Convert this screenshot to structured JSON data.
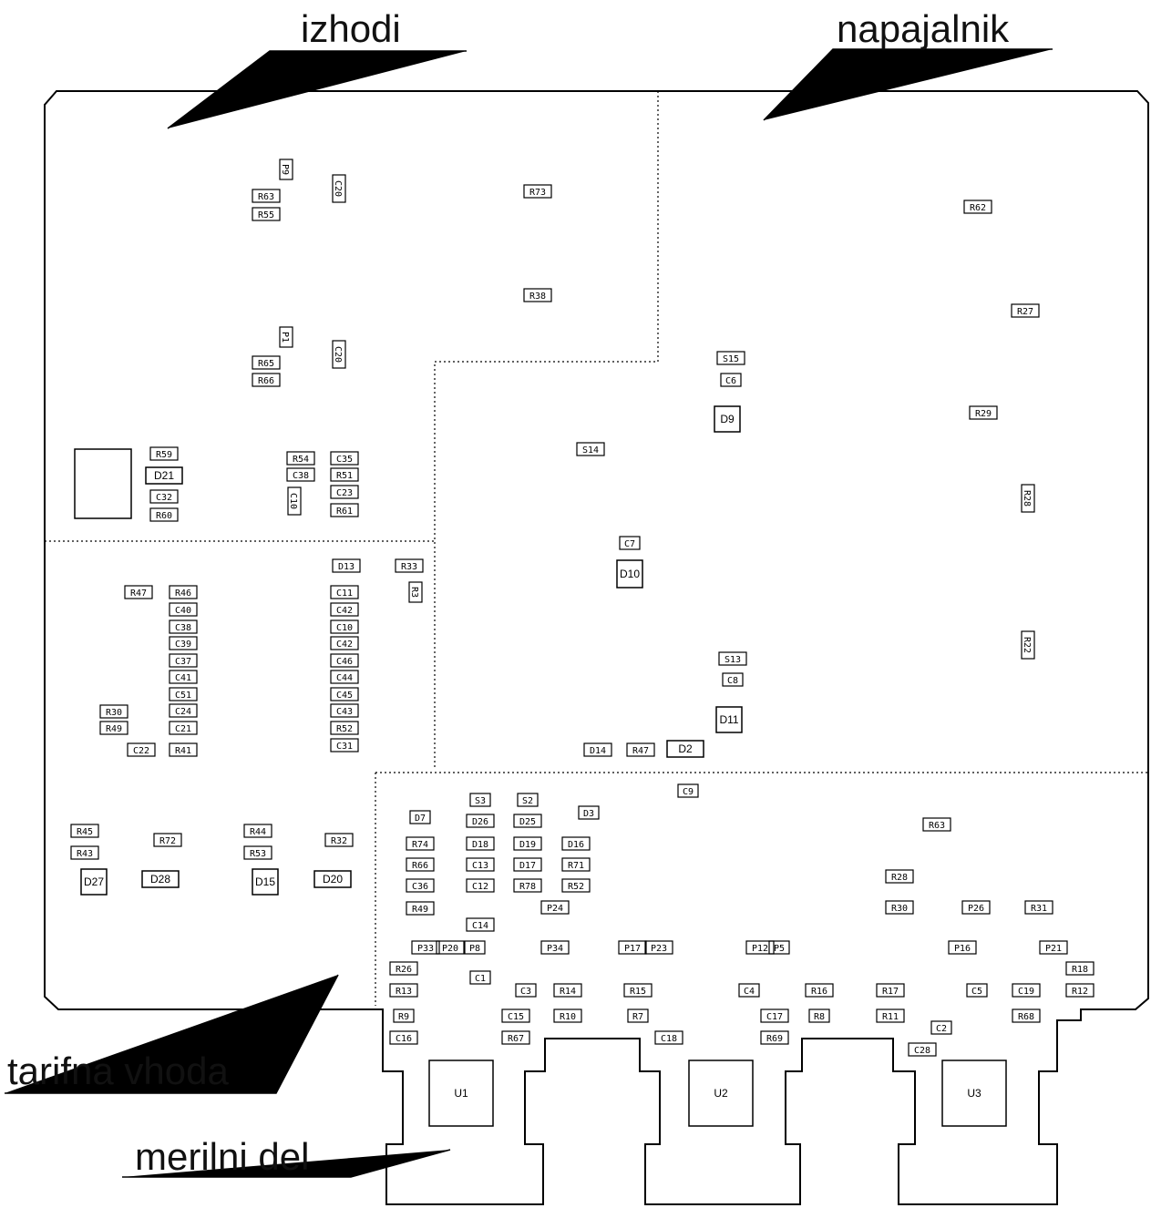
{
  "labels": {
    "outputs": "izhodi",
    "power": "napajalnik",
    "tariff": "tarifna vhoda",
    "measuring": "merilni del"
  },
  "large_parts": [
    "U1",
    "U2",
    "U3",
    "D9",
    "D10",
    "D11",
    "D15",
    "D27",
    "D21",
    "D28",
    "D20",
    "D2"
  ],
  "components": [
    [
      "R63",
      292,
      215
    ],
    [
      "R55",
      292,
      235
    ],
    [
      "R65",
      292,
      398
    ],
    [
      "R66",
      292,
      417
    ],
    [
      "R73",
      590,
      210
    ],
    [
      "R38",
      590,
      324
    ],
    [
      "R62",
      1073,
      227
    ],
    [
      "R27",
      1125,
      341
    ],
    [
      "S15",
      802,
      393
    ],
    [
      "C6",
      802,
      417
    ],
    [
      "R29",
      1079,
      453
    ],
    [
      "S14",
      648,
      493
    ],
    [
      "R59",
      180,
      498
    ],
    [
      "C32",
      180,
      545
    ],
    [
      "R60",
      180,
      565
    ],
    [
      "R54",
      330,
      503
    ],
    [
      "C38",
      330,
      521
    ],
    [
      "C35",
      378,
      503
    ],
    [
      "R51",
      378,
      521
    ],
    [
      "C23",
      378,
      540
    ],
    [
      "R61",
      378,
      560
    ],
    [
      "C7",
      691,
      596
    ],
    [
      "D13",
      380,
      621
    ],
    [
      "R33",
      449,
      621
    ],
    [
      "R47",
      152,
      650
    ],
    [
      "R46",
      201,
      650
    ],
    [
      "C40",
      201,
      669
    ],
    [
      "C38",
      201,
      688
    ],
    [
      "C39",
      201,
      706
    ],
    [
      "C37",
      201,
      725
    ],
    [
      "C41",
      201,
      743
    ],
    [
      "C51",
      201,
      762
    ],
    [
      "C24",
      201,
      780
    ],
    [
      "C21",
      201,
      799
    ],
    [
      "R30",
      125,
      781
    ],
    [
      "R49",
      125,
      799
    ],
    [
      "C22",
      155,
      823
    ],
    [
      "R41",
      201,
      823
    ],
    [
      "C11",
      378,
      650
    ],
    [
      "C42",
      378,
      669
    ],
    [
      "C10",
      378,
      688
    ],
    [
      "C42",
      378,
      706
    ],
    [
      "C46",
      378,
      725
    ],
    [
      "C44",
      378,
      743
    ],
    [
      "C45",
      378,
      762
    ],
    [
      "C43",
      378,
      780
    ],
    [
      "R52",
      378,
      799
    ],
    [
      "C31",
      378,
      818
    ],
    [
      "S13",
      804,
      723
    ],
    [
      "C8",
      804,
      746
    ],
    [
      "D14",
      656,
      823
    ],
    [
      "R47",
      703,
      823
    ],
    [
      "C9",
      755,
      868
    ],
    [
      "S3",
      527,
      878
    ],
    [
      "S2",
      579,
      878
    ],
    [
      "D3",
      646,
      892
    ],
    [
      "D7",
      461,
      897
    ],
    [
      "R74",
      461,
      926
    ],
    [
      "R66",
      461,
      949
    ],
    [
      "C36",
      461,
      972
    ],
    [
      "R49",
      461,
      997
    ],
    [
      "D26",
      527,
      901
    ],
    [
      "D18",
      527,
      926
    ],
    [
      "C13",
      527,
      949
    ],
    [
      "C12",
      527,
      972
    ],
    [
      "C14",
      527,
      1015
    ],
    [
      "D25",
      579,
      901
    ],
    [
      "D19",
      579,
      926
    ],
    [
      "D17",
      579,
      949
    ],
    [
      "R78",
      579,
      972
    ],
    [
      "R71",
      632,
      949
    ],
    [
      "R52",
      632,
      972
    ],
    [
      "D16",
      632,
      926
    ],
    [
      "P24",
      609,
      996
    ],
    [
      "R63",
      1028,
      905
    ],
    [
      "R28",
      987,
      962
    ],
    [
      "R30",
      987,
      996
    ],
    [
      "P26",
      1071,
      996
    ],
    [
      "R31",
      1140,
      996
    ],
    [
      "R45",
      93,
      912
    ],
    [
      "R43",
      93,
      936
    ],
    [
      "R72",
      184,
      922
    ],
    [
      "R44",
      283,
      912
    ],
    [
      "R53",
      283,
      936
    ],
    [
      "R32",
      372,
      922
    ],
    [
      "P33",
      467,
      1040
    ],
    [
      "P20",
      494,
      1040
    ],
    [
      "P8",
      521,
      1040
    ],
    [
      "P34",
      609,
      1040
    ],
    [
      "P17",
      694,
      1040
    ],
    [
      "P23",
      723,
      1040
    ],
    [
      "P12",
      834,
      1040
    ],
    [
      "P5",
      855,
      1040
    ],
    [
      "P16",
      1056,
      1040
    ],
    [
      "P21",
      1156,
      1040
    ],
    [
      "R26",
      443,
      1063
    ],
    [
      "R13",
      443,
      1087
    ],
    [
      "R9",
      443,
      1115
    ],
    [
      "C16",
      443,
      1139
    ],
    [
      "C1",
      527,
      1073
    ],
    [
      "C3",
      577,
      1087
    ],
    [
      "R14",
      623,
      1087
    ],
    [
      "R15",
      700,
      1087
    ],
    [
      "C4",
      822,
      1087
    ],
    [
      "R16",
      899,
      1087
    ],
    [
      "R17",
      977,
      1087
    ],
    [
      "C5",
      1072,
      1087
    ],
    [
      "C19",
      1126,
      1087
    ],
    [
      "R18",
      1185,
      1063
    ],
    [
      "R12",
      1185,
      1087
    ],
    [
      "C15",
      566,
      1115
    ],
    [
      "R10",
      623,
      1115
    ],
    [
      "R7",
      700,
      1115
    ],
    [
      "C17",
      850,
      1115
    ],
    [
      "R8",
      899,
      1115
    ],
    [
      "R11",
      977,
      1115
    ],
    [
      "R68",
      1126,
      1115
    ],
    [
      "C2",
      1033,
      1128
    ],
    [
      "R67",
      566,
      1139
    ],
    [
      "C18",
      734,
      1139
    ],
    [
      "R69",
      850,
      1139
    ],
    [
      "C28",
      1012,
      1152
    ]
  ],
  "vertical": [
    [
      "P9",
      314,
      186
    ],
    [
      "C20",
      372,
      207
    ],
    [
      "P1",
      314,
      370
    ],
    [
      "C20",
      372,
      389
    ],
    [
      "C10",
      323,
      550
    ],
    [
      "R3",
      456,
      650
    ],
    [
      "R28",
      1128,
      547
    ],
    [
      "R22",
      1128,
      708
    ]
  ]
}
